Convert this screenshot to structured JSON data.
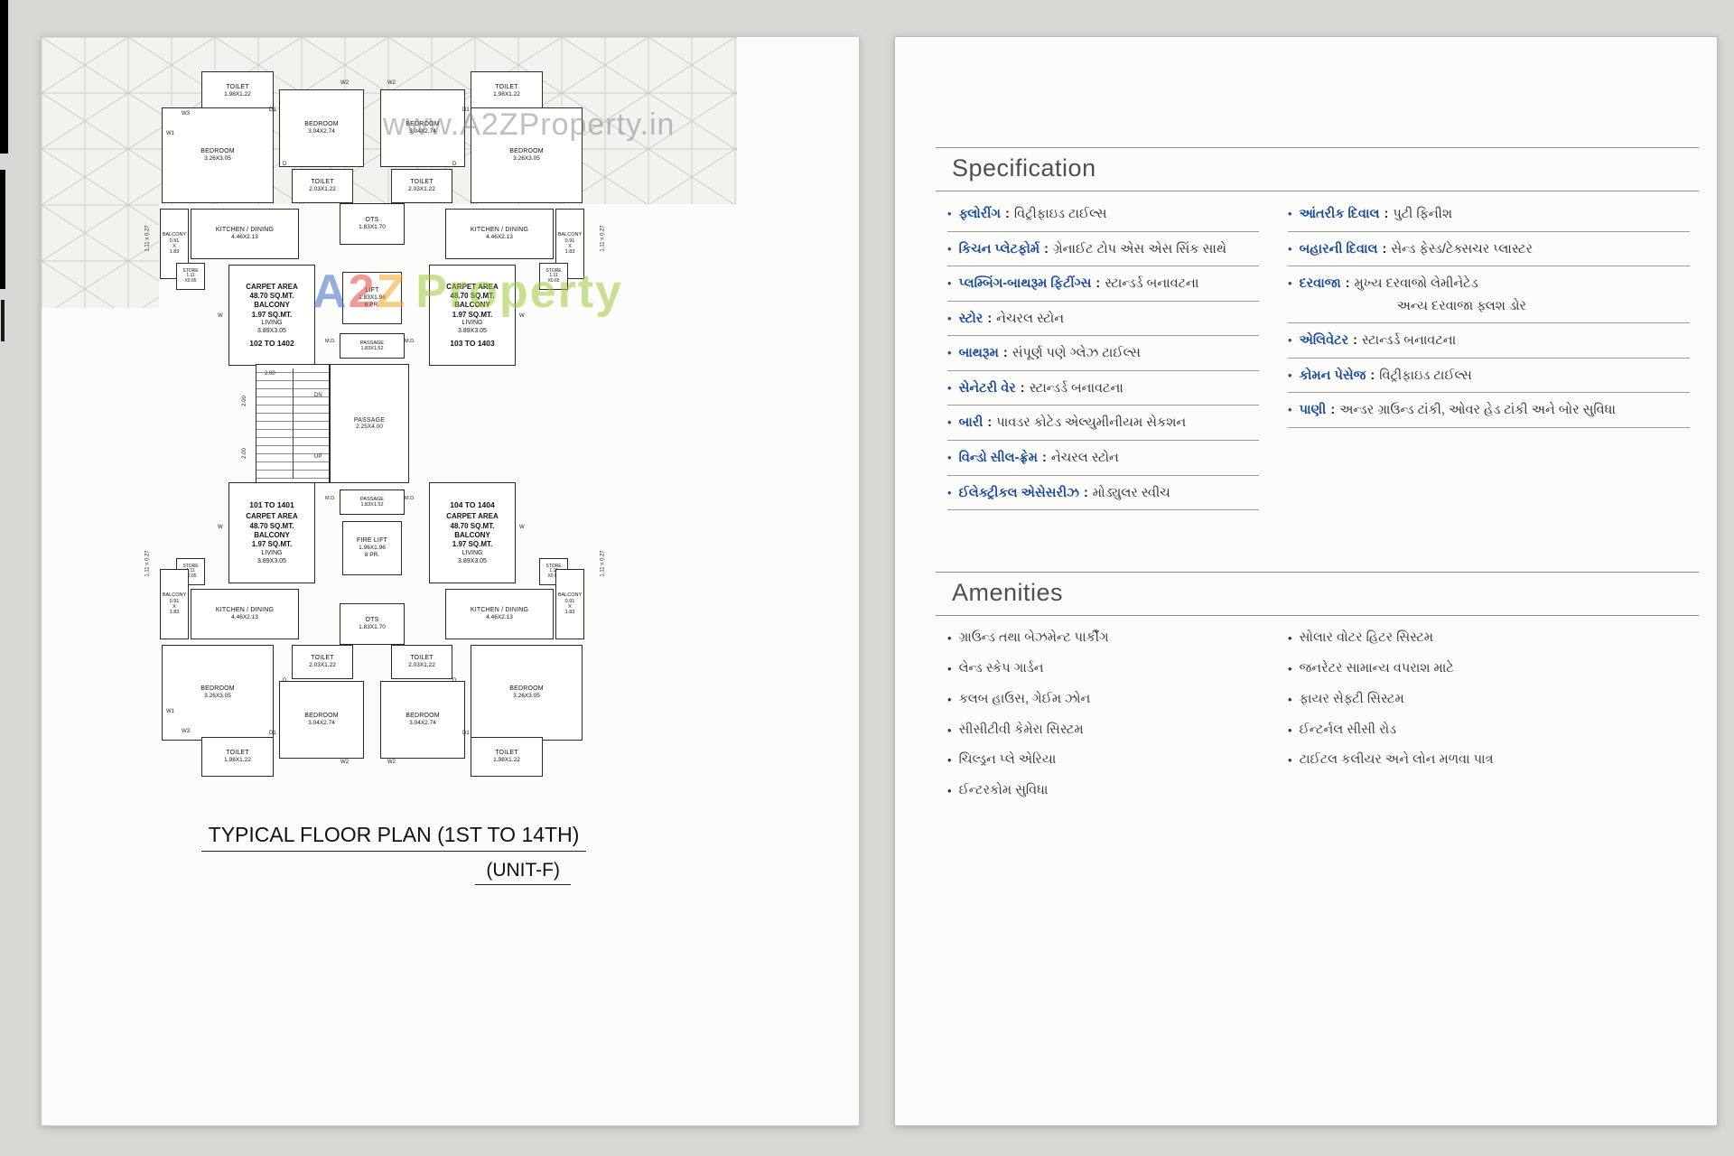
{
  "separator": ":",
  "bullet": "•",
  "colors": {
    "accent_blue": "#1b4c9c",
    "heading_gray": "#4f4f4f",
    "brand_green": "#9ccb3b",
    "brand_blue": "#3f6fc8",
    "brand_red": "#e14b3c",
    "brand_yellow": "#f5a623"
  },
  "watermark": {
    "url": "www.A2ZProperty.in",
    "brand": {
      "a": "A",
      "two": "2",
      "z": "Z",
      "word": "Property"
    }
  },
  "floor_plan": {
    "title": "TYPICAL FLOOR PLAN (1ST TO 14TH)",
    "subtitle": "(UNIT-F)",
    "labels": {
      "toilet": "TOILET",
      "toilet_dim_a": "1.98X1.22",
      "toilet_dim_b": "2.03X1.22",
      "bedroom": "BEDROOM",
      "bedroom_dim_a": "3.04X2.74",
      "bedroom_dim_b": "3.26X3.05",
      "kitchen": "KITCHEN / DINING",
      "kitchen_dim": "4.46X2.13",
      "balcony": "BALCONY",
      "balcony_dim_w": "0.91",
      "balcony_dim_x": "X",
      "balcony_dim_h": "1.83",
      "ots": "OTS",
      "ots_dim": "1.83X1.70",
      "lift": "LIFT",
      "lift_dim": "1.83X1.96",
      "lift_pr": "6 PR.",
      "fire_lift": "FIRE LIFT",
      "fire_lift_dim": "1.96X1.96",
      "fire_lift_pr": "8 PR.",
      "passage": "PASSAGE",
      "passage_dim_small": "1.83X1.52",
      "passage_dim_main": "2.25X4.00",
      "store": "STORE",
      "store_dim_a": "1.11",
      "store_dim_b": "X0.65",
      "carpet_area": "CARPET AREA",
      "carpet_value": "48.70 SQ.MT.",
      "balcony_area_value": "1.97 SQ.MT.",
      "living": "LIVING",
      "living_dim": "3.89X3.05",
      "unit_101": "101 TO 1401",
      "unit_102": "102 TO 1402",
      "unit_103": "103 TO 1403",
      "unit_104": "104 TO 1404",
      "dn": "DN",
      "up": "UP",
      "dim_2": "2.00",
      "side_dim": "1.11 x 0.27",
      "md": "M.D.",
      "w": "W",
      "w1": "W1",
      "w2": "W2",
      "w3": "W3",
      "d": "D",
      "d1": "D1"
    }
  },
  "specification": {
    "heading": "Specification",
    "left": [
      {
        "label": "ફ્લોરીંગ",
        "value": "વિટ્રીફાઇડ ટાઈલ્સ"
      },
      {
        "label": "કિચન પ્લેટફોર્મ",
        "value": "ગ્રેનાઈટ ટોપ એસ એસ સિંક સાથે"
      },
      {
        "label": "પ્લમ્બિંગ-બાથરૂમ ફિટીંગ્સ",
        "value": "સ્ટાન્ડર્ડ બનાવટના"
      },
      {
        "label": "સ્ટોર",
        "value": "નેચરલ સ્ટોન"
      },
      {
        "label": "બાથરૂમ",
        "value": "સંપૂર્ણ પણે ગ્લેઝ ટાઈલ્સ"
      },
      {
        "label": "સેનેટરી વેર",
        "value": "સ્ટાન્ડર્ડ બનાવટના"
      },
      {
        "label": "બારી",
        "value": "પાવડર કોટેડ એલ્યુમીનીયમ સેકશન"
      },
      {
        "label": "વિન્ડો સીલ-ફ્રેમ",
        "value": "નેચરલ સ્ટોન"
      },
      {
        "label": "ઈલેક્ટ્રીકલ એસેસરીઝ",
        "value": "મોડ્યુલર સ્વીચ"
      }
    ],
    "right": [
      {
        "label": "આંતરીક દિવાલ",
        "value": "પુટી ફિનીશ"
      },
      {
        "label": "બહારની દિવાલ",
        "value": "સેન્ડ ફેસ્ડ/ટેક્સચર પ્લાસ્ટર"
      },
      {
        "label": "દરવાજા",
        "value": "મુખ્ય દરવાજો લેમીનેટેડ",
        "value2": "અન્ય દરવાજા ફ્લશ ડોર"
      },
      {
        "label": "એલિવેટર",
        "value": "સ્ટાન્ડર્ડ બનાવટના"
      },
      {
        "label": "કોમન પેસેજ",
        "value": "વિટ્રીફાઇડ ટાઈલ્સ"
      },
      {
        "label": "પાણી",
        "value": "અન્ડર ગ્રાઉન્ડ ટાંકી, ઓવર હેડ ટાંકી અને બોર સુવિધા"
      }
    ]
  },
  "amenities": {
    "heading": "Amenities",
    "left": [
      {
        "text": "ગ્રાઉન્ડ તથા બેઝમેન્ટ પાર્કીંગ"
      },
      {
        "text": "લેન્ડ સ્કેપ ગાર્ડન"
      },
      {
        "text": "કલબ હાઉસ, ગેઈમ ઝોન"
      },
      {
        "text": "સીસીટીવી કેમેરા સિસ્ટમ"
      },
      {
        "text": "ચિલ્ડ્રન પ્લે એરિયા"
      },
      {
        "text": "ઈન્ટરકોમ સુવિધા"
      }
    ],
    "right": [
      {
        "text": "સોલાર વોટર હિટર સિસ્ટમ"
      },
      {
        "text": "જનરેટર સામાન્ય વપરાશ માટે"
      },
      {
        "text": "ફાયર સેફ્ટી સિસ્ટમ"
      },
      {
        "text": "ઈન્ટર્નલ સીસી રોડ"
      },
      {
        "text": "ટાઈટલ કલીયર અને લોન મળવા પાત્ર"
      }
    ]
  }
}
